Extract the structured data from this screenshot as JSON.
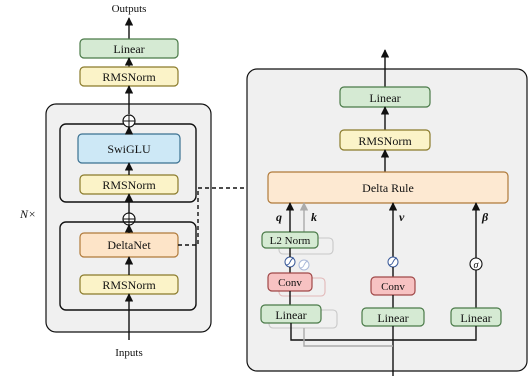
{
  "colors": {
    "linear_fill": "#d5ead3",
    "linear_stroke": "#4a7a48",
    "rmsnorm_fill": "#fbf3c8",
    "rmsnorm_stroke": "#8a7a2a",
    "swiglu_fill": "#cde8f6",
    "swiglu_stroke": "#3a7090",
    "deltanet_fill": "#fde4c8",
    "deltanet_stroke": "#b07a3a",
    "deltarule_fill": "#fde9d2",
    "conv_fill": "#f7c2c2",
    "conv_stroke": "#a04848",
    "panel_fill": "#f0f0f0"
  },
  "left": {
    "outputs": "Outputs",
    "inputs": "Inputs",
    "repeat": "N×",
    "linear": "Linear",
    "rmsnorm_top": "RMSNorm",
    "swiglu": "SwiGLU",
    "rmsnorm_mid": "RMSNorm",
    "deltanet": "DeltaNet",
    "rmsnorm_bottom": "RMSNorm"
  },
  "right": {
    "linear": "Linear",
    "rmsnorm": "RMSNorm",
    "delta_rule": "Delta Rule",
    "l2norm": "L2 Norm",
    "q": "q",
    "k": "k",
    "v": "v",
    "beta": "β",
    "sigma": "σ",
    "conv_qk": "Conv",
    "conv_v": "Conv",
    "linear_qk": "Linear",
    "linear_v": "Linear",
    "linear_beta": "Linear"
  }
}
